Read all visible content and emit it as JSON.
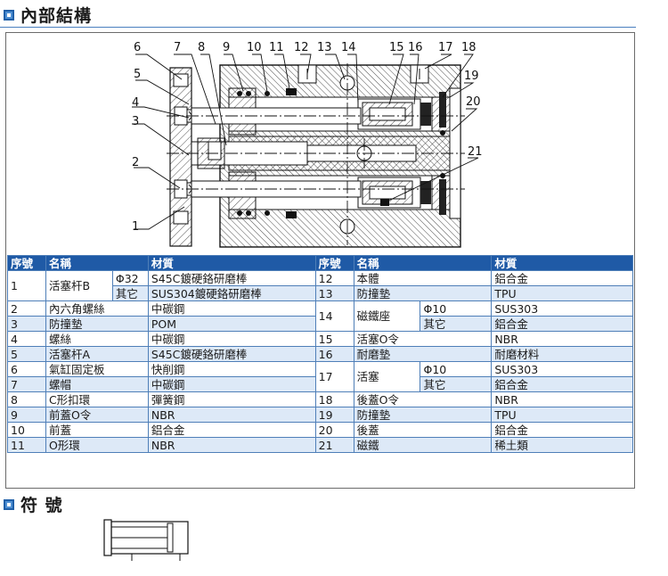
{
  "section1": {
    "title": "內部結構"
  },
  "section2": {
    "title": "符 號"
  },
  "callouts": [
    "1",
    "2",
    "3",
    "4",
    "5",
    "6",
    "7",
    "8",
    "9",
    "10",
    "11",
    "12",
    "13",
    "14",
    "15",
    "16",
    "17",
    "18",
    "19",
    "20",
    "21"
  ],
  "table": {
    "headers": [
      "序號",
      "名稱",
      "材質",
      "序號",
      "名稱",
      "材質"
    ],
    "r1": {
      "no": "1",
      "name": "活塞杆B",
      "sub_a": "Φ32",
      "mat_a": "S45C鍍硬鉻研磨棒",
      "sub_b": "其它",
      "mat_b": "SUS304鍍硬鉻研磨棒"
    },
    "r12": {
      "no": "12",
      "name": "本體",
      "mat": "鋁合金"
    },
    "r13": {
      "no": "13",
      "name": "防撞墊",
      "mat": "TPU"
    },
    "r2": {
      "no": "2",
      "name": "內六角螺絲",
      "mat": "中碳鋼"
    },
    "r14": {
      "no": "14",
      "name": "磁鐵座",
      "sub_a": "Φ10",
      "mat_a": "SUS303",
      "sub_b": "其它",
      "mat_b": "鋁合金"
    },
    "r3": {
      "no": "3",
      "name": "防撞墊",
      "mat": "POM"
    },
    "r4": {
      "no": "4",
      "name": "螺絲",
      "mat": "中碳鋼"
    },
    "r15": {
      "no": "15",
      "name": "活塞O令",
      "mat": "NBR"
    },
    "r5": {
      "no": "5",
      "name": "活塞杆A",
      "mat": "S45C鍍硬鉻研磨棒"
    },
    "r16": {
      "no": "16",
      "name": "耐磨墊",
      "mat": "耐磨材料"
    },
    "r6": {
      "no": "6",
      "name": "氣缸固定板",
      "mat": "快削鋼"
    },
    "r17": {
      "no": "17",
      "name": "活塞",
      "sub_a": "Φ10",
      "mat_a": "SUS303",
      "sub_b": "其它",
      "mat_b": "鋁合金"
    },
    "r7": {
      "no": "7",
      "name": "螺帽",
      "mat": "中碳鋼"
    },
    "r8": {
      "no": "8",
      "name": "C形扣環",
      "mat": "彈簧鋼"
    },
    "r18": {
      "no": "18",
      "name": "後蓋O令",
      "mat": "NBR"
    },
    "r9": {
      "no": "9",
      "name": "前蓋O令",
      "mat": "NBR"
    },
    "r19": {
      "no": "19",
      "name": "防撞墊",
      "mat": "TPU"
    },
    "r10": {
      "no": "10",
      "name": "前蓋",
      "mat": "鋁合金"
    },
    "r20": {
      "no": "20",
      "name": "後蓋",
      "mat": "鋁合金"
    },
    "r11": {
      "no": "11",
      "name": "O形環",
      "mat": "NBR"
    },
    "r21": {
      "no": "21",
      "name": "磁鐵",
      "mat": "稀土類"
    }
  },
  "colors": {
    "accent": "#1f5aa6",
    "row_alt": "#dde9f7",
    "border": "#4f7fb8"
  }
}
